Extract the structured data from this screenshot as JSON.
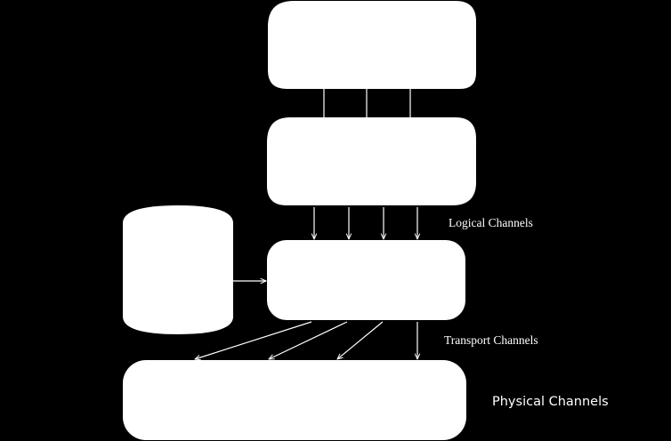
{
  "diagram": {
    "background_color": "#000000",
    "foreground_color": "#ffffff",
    "labels": {
      "logical_channels": "Logical Channels",
      "transport_channels": "Transport Channels",
      "physical_channels": "Physical Channels"
    },
    "blocks": [
      {
        "id": "top-block",
        "text": ""
      },
      {
        "id": "middle-block",
        "text": ""
      },
      {
        "id": "mac-block",
        "text": ""
      },
      {
        "id": "side-cylinder",
        "text": ""
      },
      {
        "id": "bottom-block",
        "text": ""
      }
    ]
  }
}
